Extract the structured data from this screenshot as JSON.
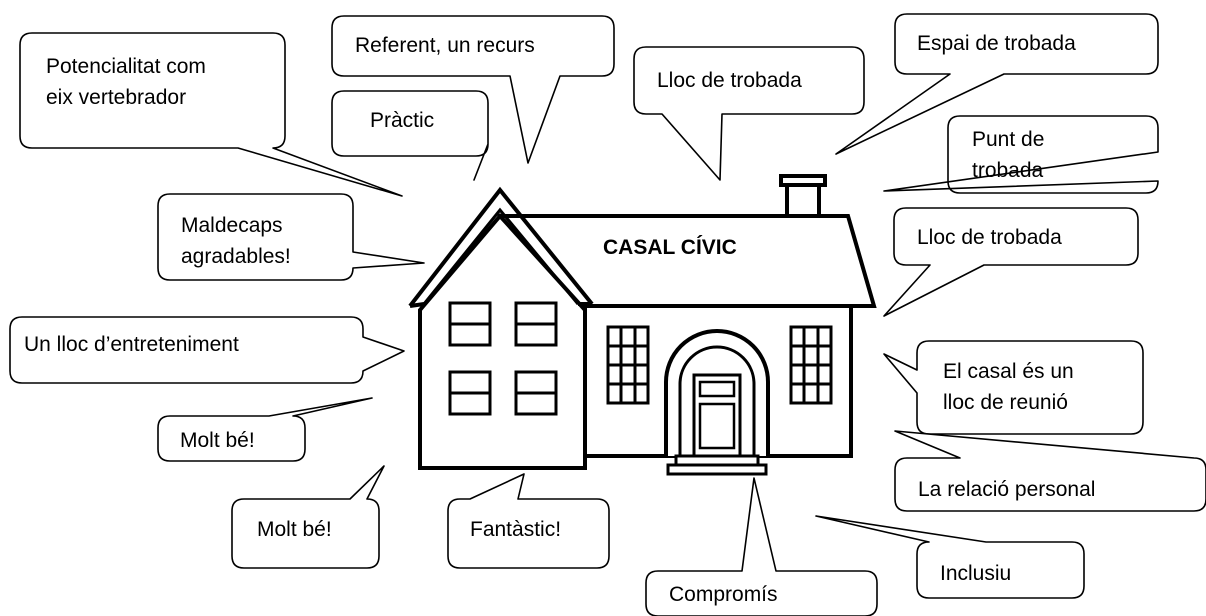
{
  "house": {
    "title": "CASAL CÍVIC"
  },
  "bubbles": [
    {
      "id": "potencialitat",
      "lines": [
        "Potencialitat com",
        "eix vertebrador"
      ]
    },
    {
      "id": "referent",
      "lines": [
        "Referent, un recurs"
      ]
    },
    {
      "id": "practic",
      "lines": [
        "Pràctic"
      ]
    },
    {
      "id": "lloc-trobada-top",
      "lines": [
        "Lloc de trobada"
      ]
    },
    {
      "id": "espai-trobada",
      "lines": [
        "Espai de trobada"
      ]
    },
    {
      "id": "punt-trobada",
      "lines": [
        "Punt de",
        "trobada"
      ]
    },
    {
      "id": "lloc-trobada-right",
      "lines": [
        "Lloc de trobada"
      ]
    },
    {
      "id": "maldecaps",
      "lines": [
        "Maldecaps",
        "agradables!"
      ]
    },
    {
      "id": "entreteniment",
      "lines": [
        "Un lloc d’entreteniment"
      ]
    },
    {
      "id": "casal-reunio",
      "lines": [
        "El casal és un",
        "lloc de reunió"
      ]
    },
    {
      "id": "molt-be-1",
      "lines": [
        "Molt bé!"
      ]
    },
    {
      "id": "relacio-personal",
      "lines": [
        "La relació personal"
      ]
    },
    {
      "id": "molt-be-2",
      "lines": [
        "Molt bé!"
      ]
    },
    {
      "id": "fantastic",
      "lines": [
        "Fantàstic!"
      ]
    },
    {
      "id": "inclusiu",
      "lines": [
        "Inclusiu"
      ]
    },
    {
      "id": "compromis",
      "lines": [
        "Compromís"
      ]
    }
  ]
}
